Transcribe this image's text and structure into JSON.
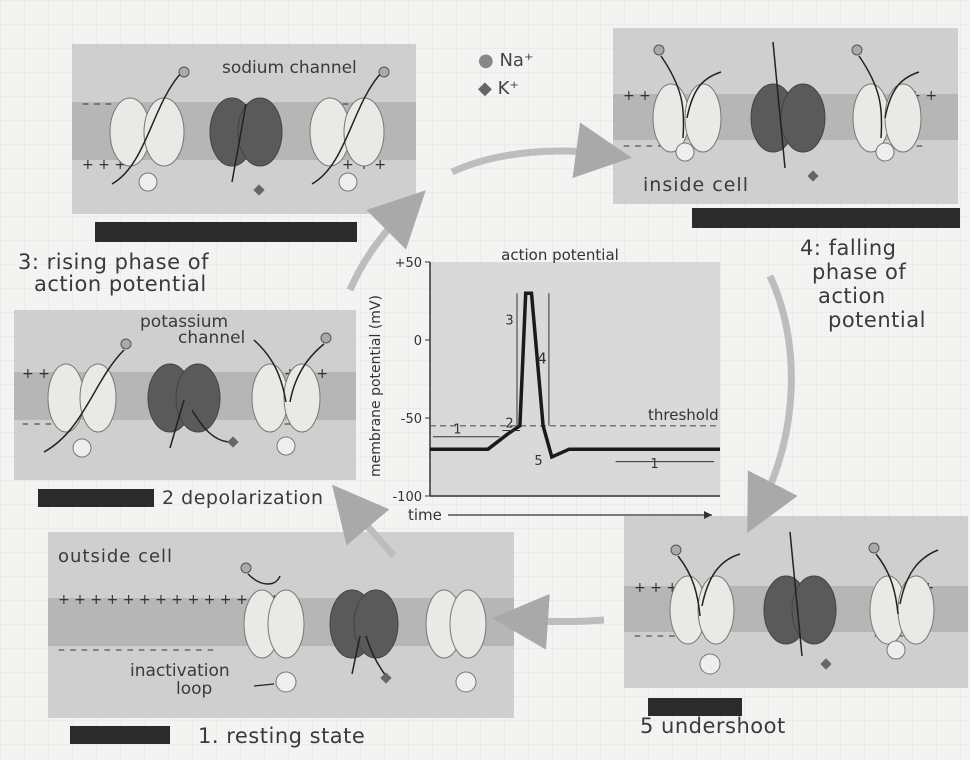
{
  "legend": {
    "na": "Na⁺",
    "k": "K⁺"
  },
  "panels": {
    "p3": {
      "annotation": "sodium channel",
      "caption_line1": "3: rising phase of",
      "caption_line2": "action potential"
    },
    "p4": {
      "annotation": "inside cell",
      "caption_line1": "4: falling",
      "caption_line2": "phase of",
      "caption_line3": "action",
      "caption_line4": "potential"
    },
    "p2": {
      "annotation_line1": "potassium",
      "annotation_line2": "channel",
      "caption": "2 depolarization"
    },
    "p1": {
      "annotation": "outside cell",
      "loop_line1": "inactivation",
      "loop_line2": "loop",
      "caption": "1. resting state"
    },
    "p5": {
      "caption": "5 undershoot"
    }
  },
  "chart_data": {
    "type": "line",
    "title": "action potential",
    "xlabel": "time",
    "ylabel": "membrane potential (mV)",
    "yticks": [
      "+50",
      "0",
      "-50",
      "-100"
    ],
    "ylim": [
      -100,
      50
    ],
    "threshold": -55,
    "threshold_label": "threshold",
    "phase_labels": [
      "1",
      "2",
      "3",
      "4",
      "5",
      "1"
    ],
    "series": [
      {
        "x": [
          0,
          10,
          20,
          27,
          31,
          33,
          35,
          39,
          42,
          48,
          100
        ],
        "y": [
          -70,
          -70,
          -70,
          -60,
          -55,
          30,
          30,
          -55,
          -75,
          -70,
          -70
        ]
      }
    ]
  }
}
